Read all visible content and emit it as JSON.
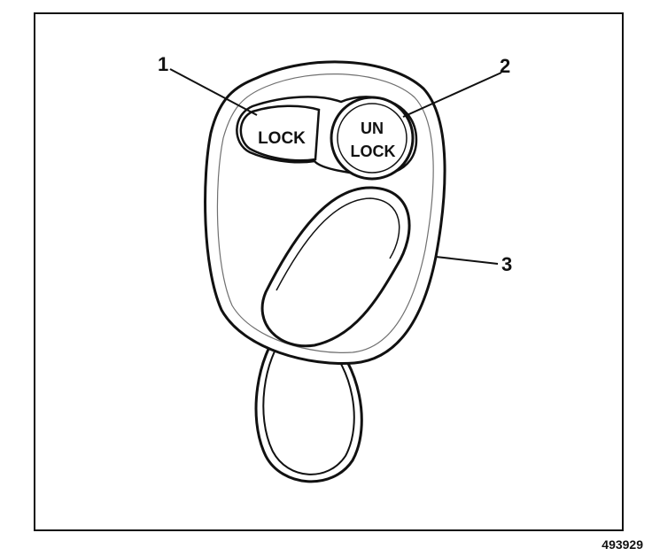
{
  "figure": {
    "figure_number": "493929",
    "callouts": [
      "1",
      "2",
      "3"
    ],
    "lock_button_label": "LOCK",
    "unlock_button_label_line1": "UN",
    "unlock_button_label_line2": "LOCK"
  }
}
